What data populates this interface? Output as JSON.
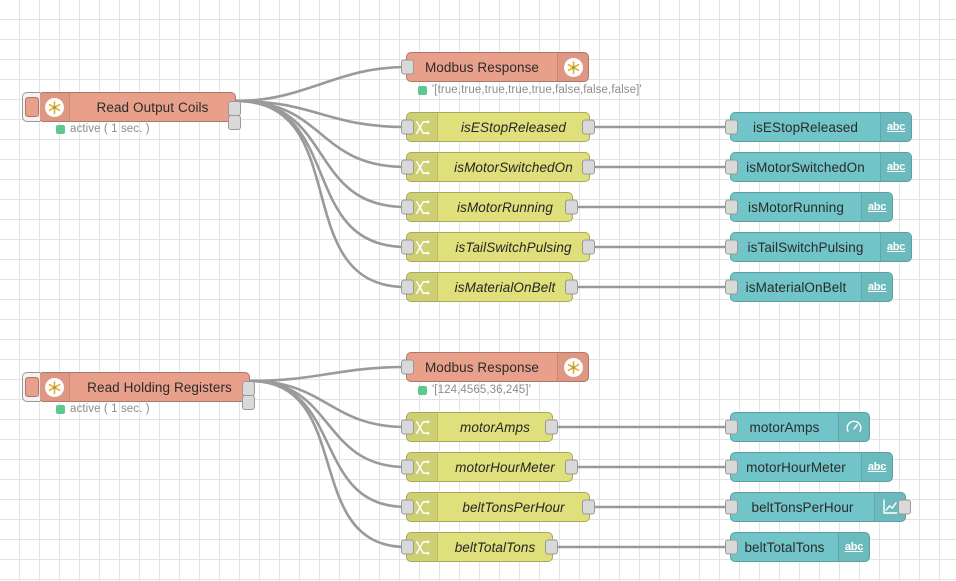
{
  "canvas": {
    "grid_color": "#e3e3e3",
    "background": "#ffffff",
    "wire_color": "#9a9a9a"
  },
  "colors": {
    "modbus": "#e9a08a",
    "change": "#dfdf7c",
    "ui": "#71c5c8",
    "status_dot": "#5ec98f",
    "port": "#d9d9d9"
  },
  "flows": [
    {
      "id": "coils",
      "source": {
        "label": "Read Output Coils",
        "icon": "modbus-icon",
        "status": "active ( 1 sec. )",
        "button_icon": "node-button-icon"
      },
      "response": {
        "label": "Modbus Response",
        "icon": "modbus-icon",
        "status": "'[true,true,true,true,true,false,false,false]'"
      },
      "changes": [
        {
          "label": "isEStopReleased",
          "icon": "change-icon"
        },
        {
          "label": "isMotorSwitchedOn",
          "icon": "change-icon"
        },
        {
          "label": "isMotorRunning",
          "icon": "change-icon"
        },
        {
          "label": "isTailSwitchPulsing",
          "icon": "change-icon"
        },
        {
          "label": "isMaterialOnBelt",
          "icon": "change-icon"
        }
      ],
      "widgets": [
        {
          "label": "isEStopReleased",
          "icon": "text-abc-icon",
          "icon_text": "abc",
          "has_output": false
        },
        {
          "label": "isMotorSwitchedOn",
          "icon": "text-abc-icon",
          "icon_text": "abc",
          "has_output": false
        },
        {
          "label": "isMotorRunning",
          "icon": "text-abc-icon",
          "icon_text": "abc",
          "has_output": false
        },
        {
          "label": "isTailSwitchPulsing",
          "icon": "text-abc-icon",
          "icon_text": "abc",
          "has_output": false
        },
        {
          "label": "isMaterialOnBelt",
          "icon": "text-abc-icon",
          "icon_text": "abc",
          "has_output": false
        }
      ]
    },
    {
      "id": "registers",
      "source": {
        "label": "Read Holding Registers",
        "icon": "modbus-icon",
        "status": "active ( 1 sec. )",
        "button_icon": "node-button-icon"
      },
      "response": {
        "label": "Modbus Response",
        "icon": "modbus-icon",
        "status": "'[124,4565,36,245]'"
      },
      "changes": [
        {
          "label": "motorAmps",
          "icon": "change-icon"
        },
        {
          "label": "motorHourMeter",
          "icon": "change-icon"
        },
        {
          "label": "beltTonsPerHour",
          "icon": "change-icon"
        },
        {
          "label": "beltTotalTons",
          "icon": "change-icon"
        }
      ],
      "widgets": [
        {
          "label": "motorAmps",
          "icon": "gauge-icon",
          "icon_text": "",
          "has_output": false
        },
        {
          "label": "motorHourMeter",
          "icon": "text-abc-icon",
          "icon_text": "abc",
          "has_output": false
        },
        {
          "label": "beltTonsPerHour",
          "icon": "chart-icon",
          "icon_text": "",
          "has_output": true
        },
        {
          "label": "beltTotalTons",
          "icon": "text-abc-icon",
          "icon_text": "abc",
          "has_output": false
        }
      ]
    }
  ]
}
